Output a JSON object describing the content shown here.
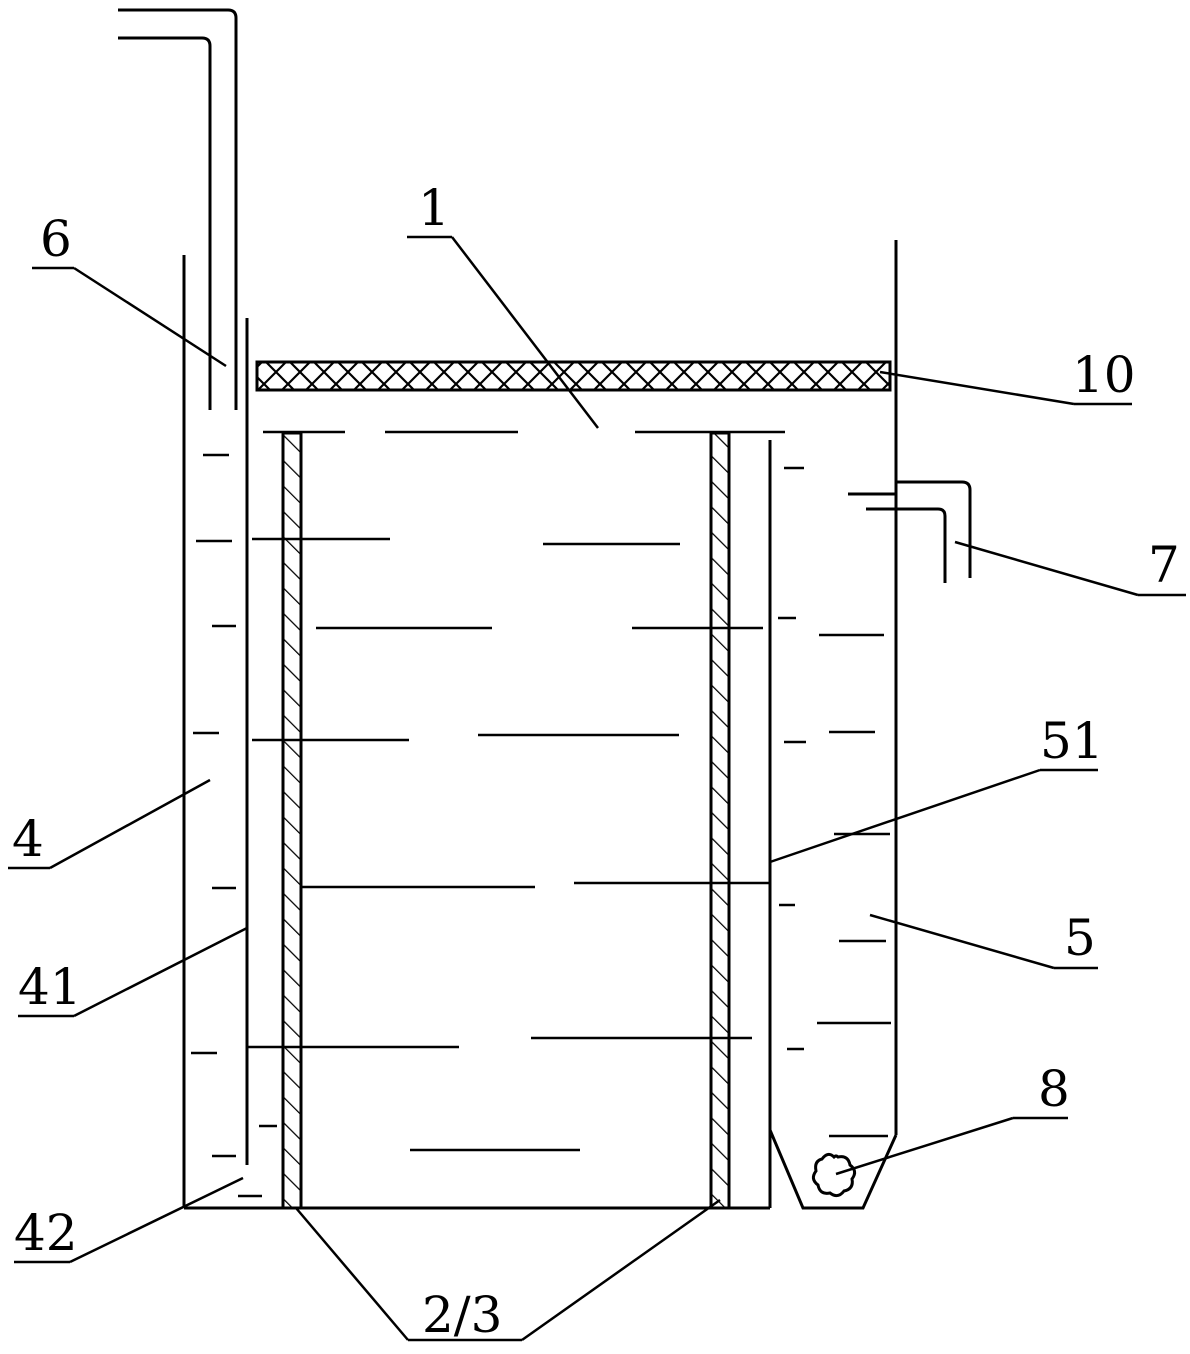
{
  "labels": {
    "l1": "1",
    "l4": "4",
    "l41": "41",
    "l42": "42",
    "l5": "5",
    "l51": "51",
    "l6": "6",
    "l7": "7",
    "l8": "8",
    "l10": "10",
    "l23": "2/3"
  },
  "colors": {
    "line": "#000000",
    "background": "#ffffff"
  }
}
